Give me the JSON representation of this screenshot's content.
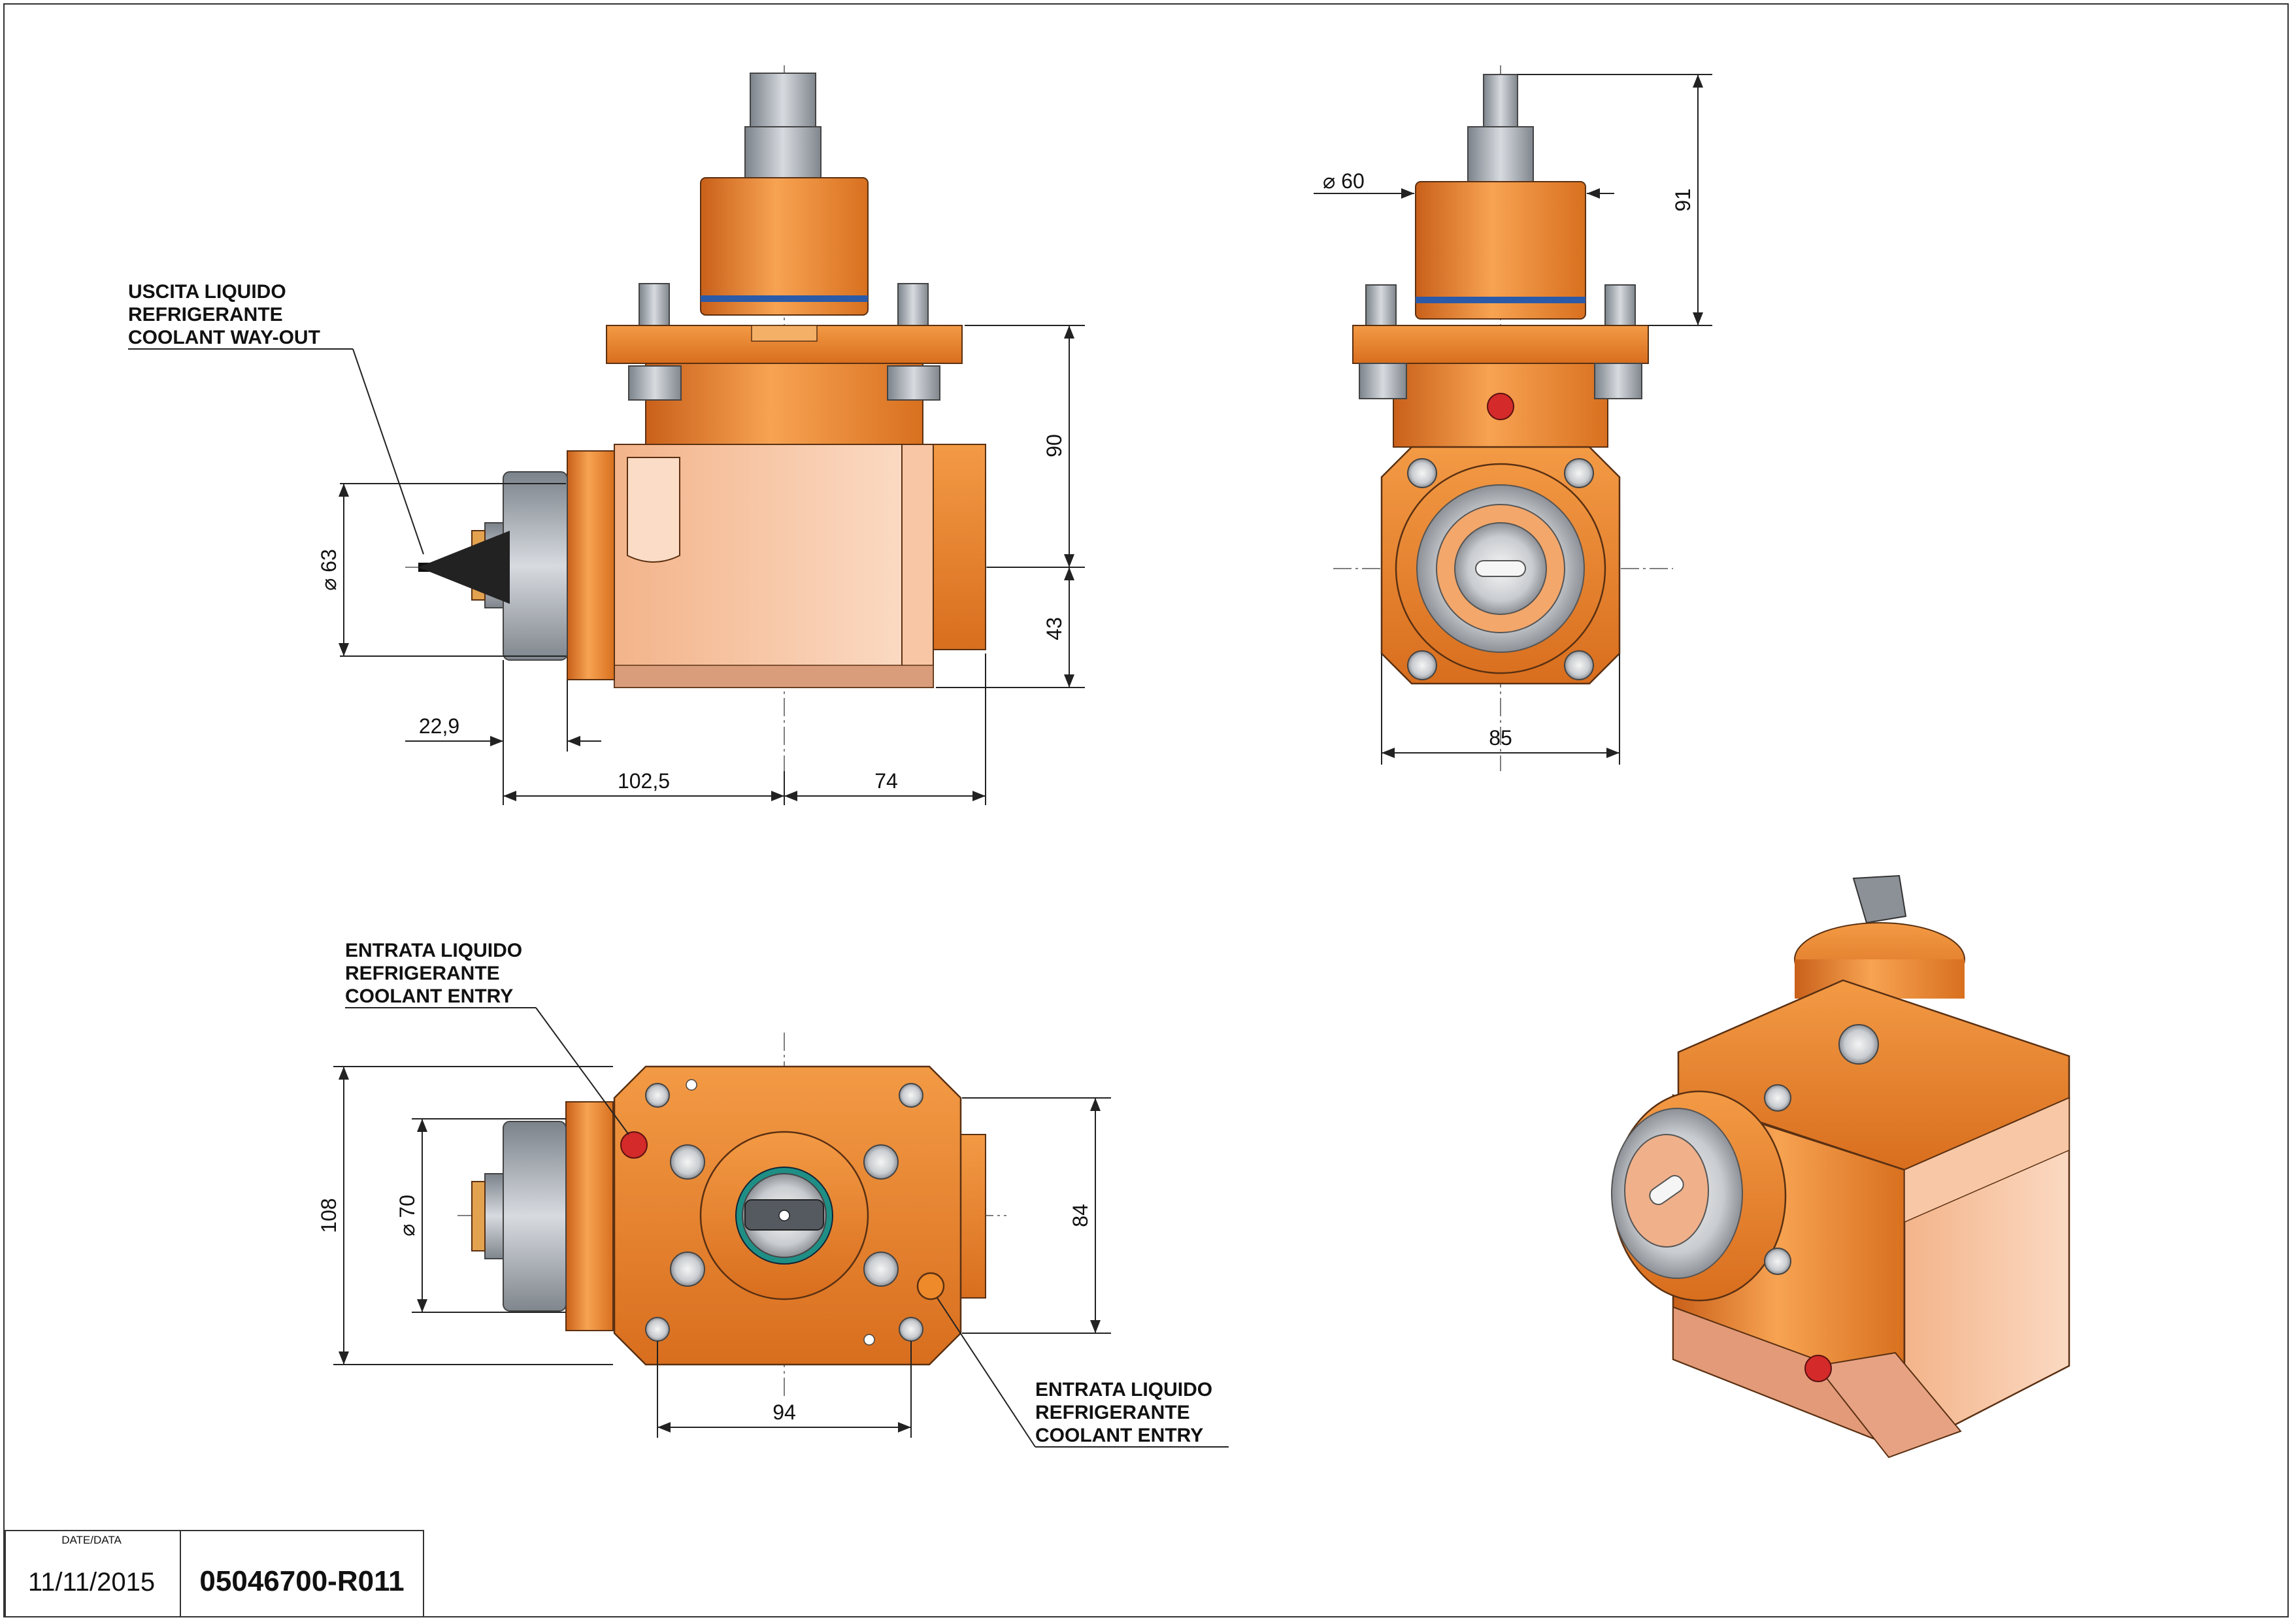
{
  "labels": {
    "way_out": [
      "USCITA LIQUIDO",
      "REFRIGERANTE",
      "COOLANT WAY-OUT"
    ],
    "entry_top": [
      "ENTRATA LIQUIDO",
      "REFRIGERANTE",
      "COOLANT ENTRY"
    ],
    "entry_bottom": [
      "ENTRATA LIQUIDO",
      "REFRIGERANTE",
      "COOLANT ENTRY"
    ]
  },
  "dimensions": {
    "front_diameter": "⌀ 63",
    "front_height_upper": "90",
    "front_height_lower": "43",
    "front_offset": "22,9",
    "front_width_left": "102,5",
    "front_width_right": "74",
    "side_diameter": "⌀ 60",
    "side_height": "91",
    "side_width": "85",
    "top_diameter": "⌀ 70",
    "top_height_total": "108",
    "top_height_inner": "84",
    "top_width": "94"
  },
  "title_block": {
    "date_header": "DATE/DATA",
    "date": "11/11/2015",
    "drawing_code": "05046700-R011"
  },
  "colors": {
    "body_orange": "#ee8a2a",
    "body_light": "#f6c7a8",
    "shaft_grey": "#9aa1a8",
    "seal_blue": "#2a5aa8",
    "port_red": "#d42a2a"
  }
}
